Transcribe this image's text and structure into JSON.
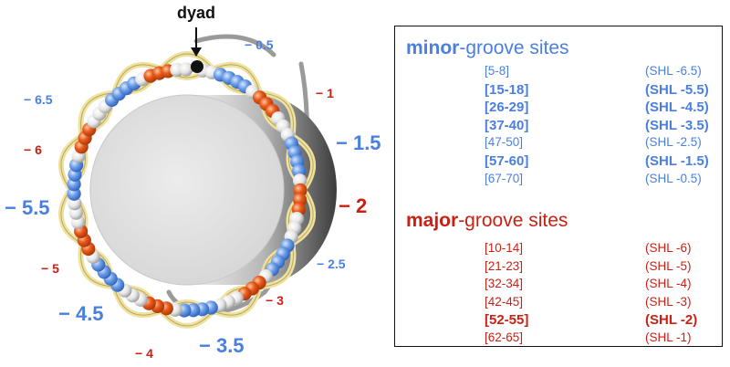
{
  "diagram": {
    "dyad_label": "dyad",
    "shl_labels": [
      {
        "text": "− 0.5",
        "color": "blue",
        "size": "s14"
      },
      {
        "text": "− 1",
        "color": "red",
        "size": "s14"
      },
      {
        "text": "− 1.5",
        "color": "blue",
        "size": "s22"
      },
      {
        "text": "− 2",
        "color": "red",
        "size": "s22"
      },
      {
        "text": "− 2.5",
        "color": "blue",
        "size": "s14"
      },
      {
        "text": "− 3",
        "color": "red",
        "size": "s14"
      },
      {
        "text": "− 3.5",
        "color": "blue",
        "size": "s22"
      },
      {
        "text": "− 4",
        "color": "red",
        "size": "s14"
      },
      {
        "text": "− 4.5",
        "color": "blue",
        "size": "s22"
      },
      {
        "text": "− 5",
        "color": "red",
        "size": "s14"
      },
      {
        "text": "− 5.5",
        "color": "blue",
        "size": "s22"
      },
      {
        "text": "− 6",
        "color": "red",
        "size": "s14"
      },
      {
        "text": "− 6.5",
        "color": "blue",
        "size": "s14"
      }
    ]
  },
  "legend": {
    "minor": {
      "keyword": "minor",
      "suffix": "-groove sites",
      "rows": [
        {
          "range": "[5-8]",
          "shl": "(SHL -6.5)",
          "bold": false
        },
        {
          "range": "[15-18]",
          "shl": "(SHL -5.5)",
          "bold": true
        },
        {
          "range": "[26-29]",
          "shl": "(SHL -4.5)",
          "bold": true
        },
        {
          "range": "[37-40]",
          "shl": "(SHL -3.5)",
          "bold": true
        },
        {
          "range": "[47-50]",
          "shl": "(SHL -2.5)",
          "bold": false
        },
        {
          "range": "[57-60]",
          "shl": "(SHL -1.5)",
          "bold": true
        },
        {
          "range": "[67-70]",
          "shl": "(SHL -0.5)",
          "bold": false
        }
      ]
    },
    "major": {
      "keyword": "major",
      "suffix": "-groove sites",
      "rows": [
        {
          "range": "[10-14]",
          "shl": "(SHL -6)",
          "bold": false
        },
        {
          "range": "[21-23]",
          "shl": "(SHL -5)",
          "bold": false
        },
        {
          "range": "[32-34]",
          "shl": "(SHL -4)",
          "bold": false
        },
        {
          "range": "[42-45]",
          "shl": "(SHL -3)",
          "bold": false
        },
        {
          "range": "[52-55]",
          "shl": "(SHL -2)",
          "bold": true
        },
        {
          "range": "[62-65]",
          "shl": "(SHL -1)",
          "bold": false
        }
      ]
    }
  },
  "colors": {
    "minor": "#4a7fe0",
    "major": "#cc1f12",
    "bead_blue": "#6fa0ea",
    "bead_orange": "#ea5a1c",
    "bead_white": "#e8e8e8",
    "ribbon": "#efe2a0",
    "backbone": "#8a8a8a"
  }
}
